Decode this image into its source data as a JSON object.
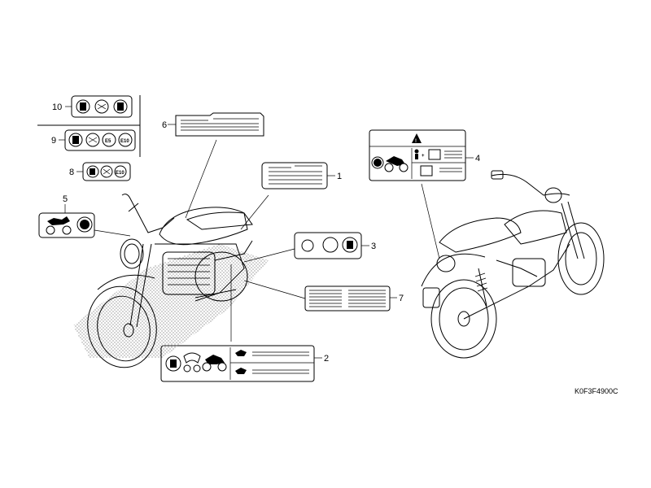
{
  "figure": {
    "diagram_code": "K0F3F4900C",
    "callouts": {
      "c1": "1",
      "c2": "2",
      "c3": "3",
      "c4": "4",
      "c5": "5",
      "c6": "6",
      "c7": "7",
      "c8": "8",
      "c9": "9",
      "c10": "10"
    },
    "label_badges": {
      "e5": "E5",
      "e10": "E10",
      "e10_alt": "E10"
    }
  }
}
